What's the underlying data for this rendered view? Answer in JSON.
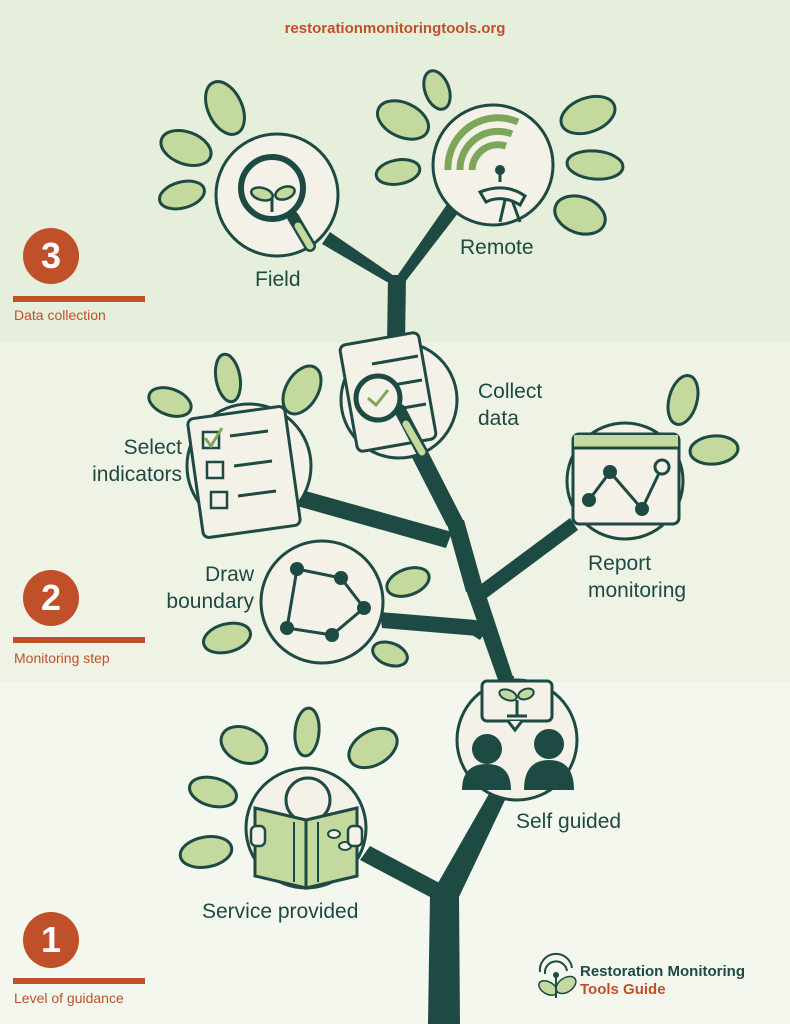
{
  "website": "restorationmonitoringtools.org",
  "levels": [
    {
      "number": "3",
      "label": "Data collection"
    },
    {
      "number": "2",
      "label": "Monitoring step"
    },
    {
      "number": "1",
      "label": "Level of guidance"
    }
  ],
  "nodes": {
    "field": "Field",
    "remote": "Remote",
    "collect_data_line1": "Collect",
    "collect_data_line2": "data",
    "select_indicators_line1": "Select",
    "select_indicators_line2": "indicators",
    "report_monitoring_line1": "Report",
    "report_monitoring_line2": "monitoring",
    "draw_boundary_line1": "Draw",
    "draw_boundary_line2": "boundary",
    "self_guided": "Self guided",
    "service_provided": "Service provided"
  },
  "brand": {
    "line1": "Restoration Monitoring",
    "line2": "Tools Guide"
  },
  "colors": {
    "band_top": "#e6efdb",
    "band_middle": "#eef3e6",
    "band_bottom": "#f4f7ee",
    "trunk": "#1d4a42",
    "leaf": "#c3d99e",
    "accent": "#c0502a",
    "circle_fill": "#f3f1e8"
  }
}
